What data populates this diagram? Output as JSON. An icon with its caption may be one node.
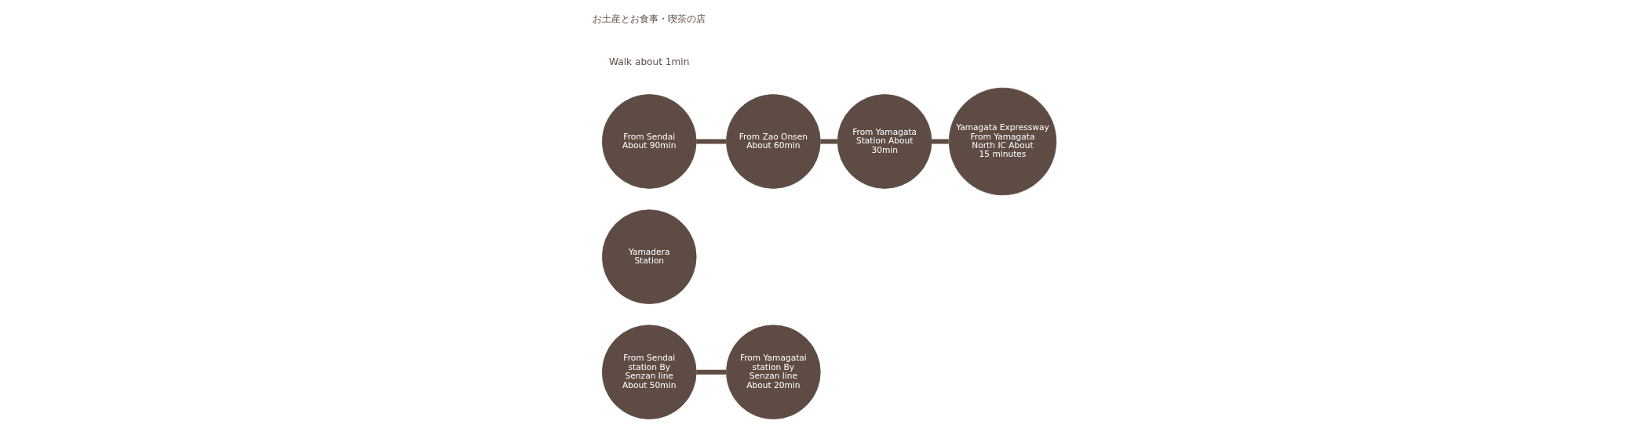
{
  "diagram": {
    "nodes": [
      {
        "text": [
          "From Sendai station By Senzan line About 50min"
        ]
      },
      {
        "text": [
          "From Yamagatai station By Senzan line About 20min"
        ]
      },
      {
        "text": [
          "Yamadera Station"
        ]
      },
      {
        "text": [
          "From Sendai About 90min"
        ]
      },
      {
        "text": [
          "From Zao Onsen About 60min"
        ]
      },
      {
        "text": [
          "From Yamagata Station About 30min"
        ]
      },
      {
        "text": [
          "Yamagata Expressway",
          "From Yamagata North IC About 15 minutes"
        ]
      }
    ],
    "edges": [
      {
        "from": 0,
        "to": 1,
        "arrow": "none"
      },
      {
        "from": 3,
        "to": 4,
        "arrow": "none"
      },
      {
        "from": 4,
        "to": 5,
        "arrow": "none"
      },
      {
        "from": 5,
        "to": 6,
        "arrow": "none"
      }
    ],
    "labels": [
      "Walk about 1min",
      "お土産とお食事・喫茶の店"
    ]
  }
}
